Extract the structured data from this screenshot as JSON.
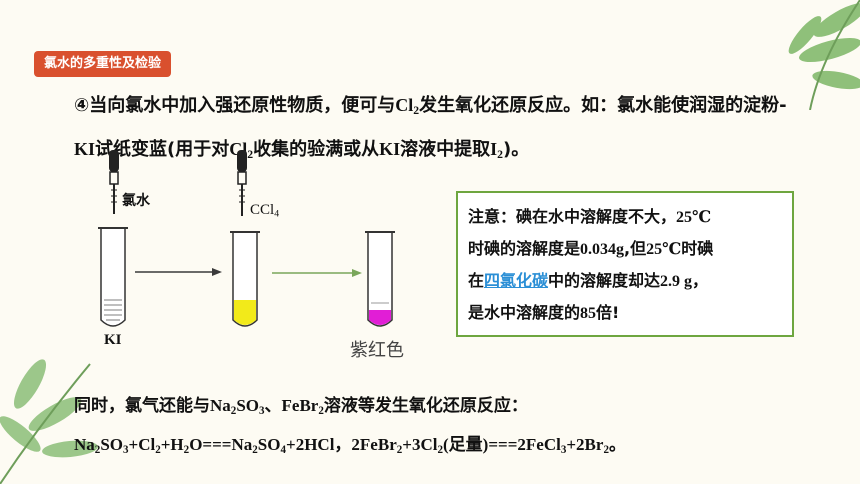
{
  "badge": "氯水的多重性及检验",
  "para": {
    "seg1": "④当向氯水中加入强还原性物质，便可与",
    "cl": "Cl",
    "cl_sub": "2",
    "seg2": "发生氧化还原反应。如：氯水能使润湿的淀粉-",
    "ki": "KI",
    "seg3": "试纸变蓝(用于对",
    "cl2b": "Cl",
    "cl2b_sub": "2",
    "seg4": "收集的验满或从",
    "ki2": "KI",
    "seg5": "溶液中提取",
    "i": "I",
    "i_sub": "2",
    "seg6": ")。"
  },
  "apparatus": {
    "dropper1_label": "氯水",
    "dropper2_label_main": "CCl",
    "dropper2_label_sub": "4",
    "tube1_label": "KI",
    "tube3_label": "紫红色",
    "colors": {
      "yellow": "#f2ea1a",
      "magenta": "#e11ed6",
      "arrow": "#3a3a3a",
      "arrow2": "#7aa65a"
    }
  },
  "note": {
    "t1": "注意：碘在水中溶解度不大，",
    "t1b": "25℃",
    "t2": "时碘的溶解度是",
    "t2b": "0.034g",
    "t2c": ",但",
    "t2d": "25℃",
    "t2e": "时碘",
    "t3a": "在",
    "t3link": "四氯化碳",
    "t3b": "中的溶解度却达",
    "t3c": "2.9 g",
    "t3d": "，",
    "t4a": "是水中溶解度的",
    "t4b": "85",
    "t4c": "倍!"
  },
  "line1": {
    "a": "同时，氯气还能与",
    "na": "Na",
    "na_sub": "2",
    "so": "SO",
    "so_sub": "3",
    "b": "、",
    "fe": "FeBr",
    "fe_sub": "2",
    "c": "溶液等发生氧化还原反应："
  },
  "line2": {
    "p1": "Na",
    "p1s": "2",
    "p2": "SO",
    "p2s": "3",
    "p3": "+Cl",
    "p3s": "2",
    "p4": "+H",
    "p4s": "2",
    "p5": "O===Na",
    "p5s": "2",
    "p6": "SO",
    "p6s": "4",
    "p7": "+2HCl，2FeBr",
    "p7s": "2",
    "p8": "+3Cl",
    "p8s": "2",
    "p9": "(足量)===2FeCl",
    "p9s": "3",
    "p10": "+2Br",
    "p10s": "2",
    "p11": "。"
  }
}
